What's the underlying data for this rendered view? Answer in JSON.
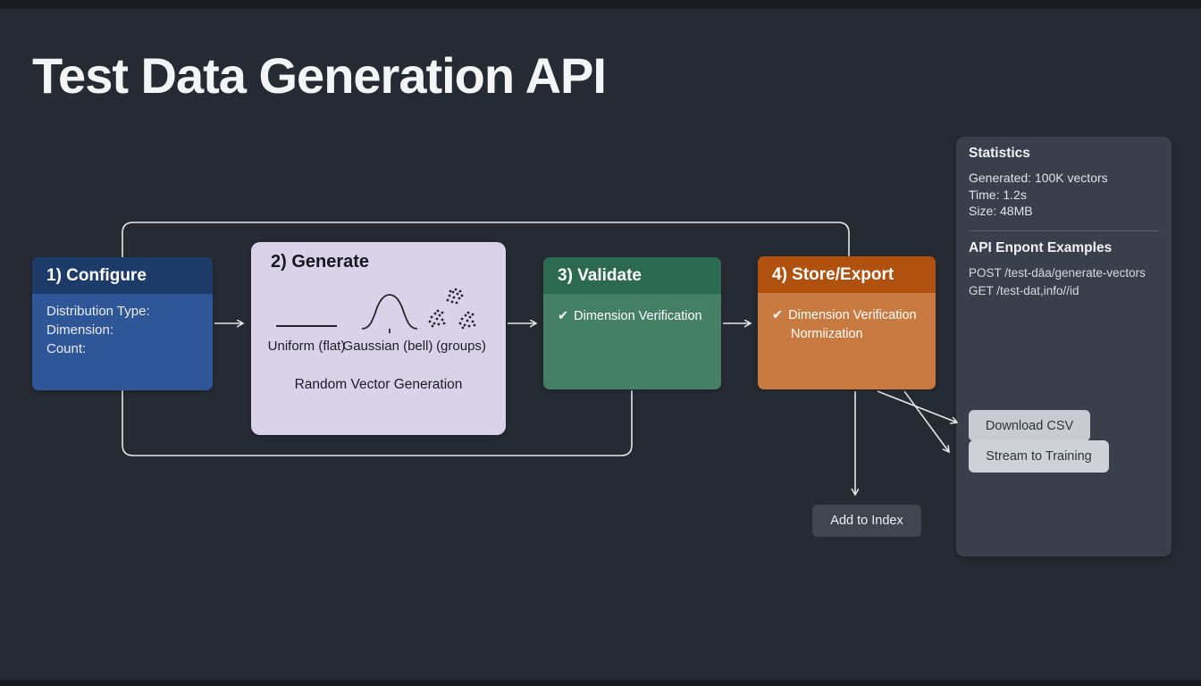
{
  "title": "Test Data Generation API",
  "glyphs": {
    "check": "✔"
  },
  "colors": {
    "background": "#262b33",
    "configure_header": "#1d3b69",
    "configure_body": "#2f5697",
    "generate_bg": "#d9d3ea",
    "validate_header": "#2c6951",
    "validate_body": "#447f66",
    "store_header": "#b05110",
    "store_body": "#c97a40",
    "panel_bg": "#3a404b",
    "connector": "#e6e8ea"
  },
  "steps": {
    "configure": {
      "label": "1) Configure",
      "fields": [
        "Distribution Type:",
        "Dimension:",
        "Count:"
      ]
    },
    "generate": {
      "label": "2) Generate",
      "icon_labels": [
        "Uniform (flat)",
        "Gaussian (bell)",
        "(groups)"
      ],
      "caption": "Random Vector Generation"
    },
    "validate": {
      "label": "3) Validate",
      "check_item": "Dimension Verification"
    },
    "store_export": {
      "label": "4) Store/Export",
      "check_item": "Dimension Verification",
      "second_item": "Normiization"
    }
  },
  "stats_panel": {
    "title": "Statistics",
    "lines": [
      "Generated: 100K vectors",
      "Time: 1.2s",
      "Size: 48MB"
    ],
    "api_title": "API Enpont Examples",
    "endpoints": [
      "POST /test-dāa/generate-vectors",
      "GET /test-dat,info//id"
    ],
    "buttons": {
      "download_csv": "Download CSV",
      "stream_training": "Stream to Training"
    }
  },
  "actions": {
    "add_to_index": "Add to Index"
  }
}
